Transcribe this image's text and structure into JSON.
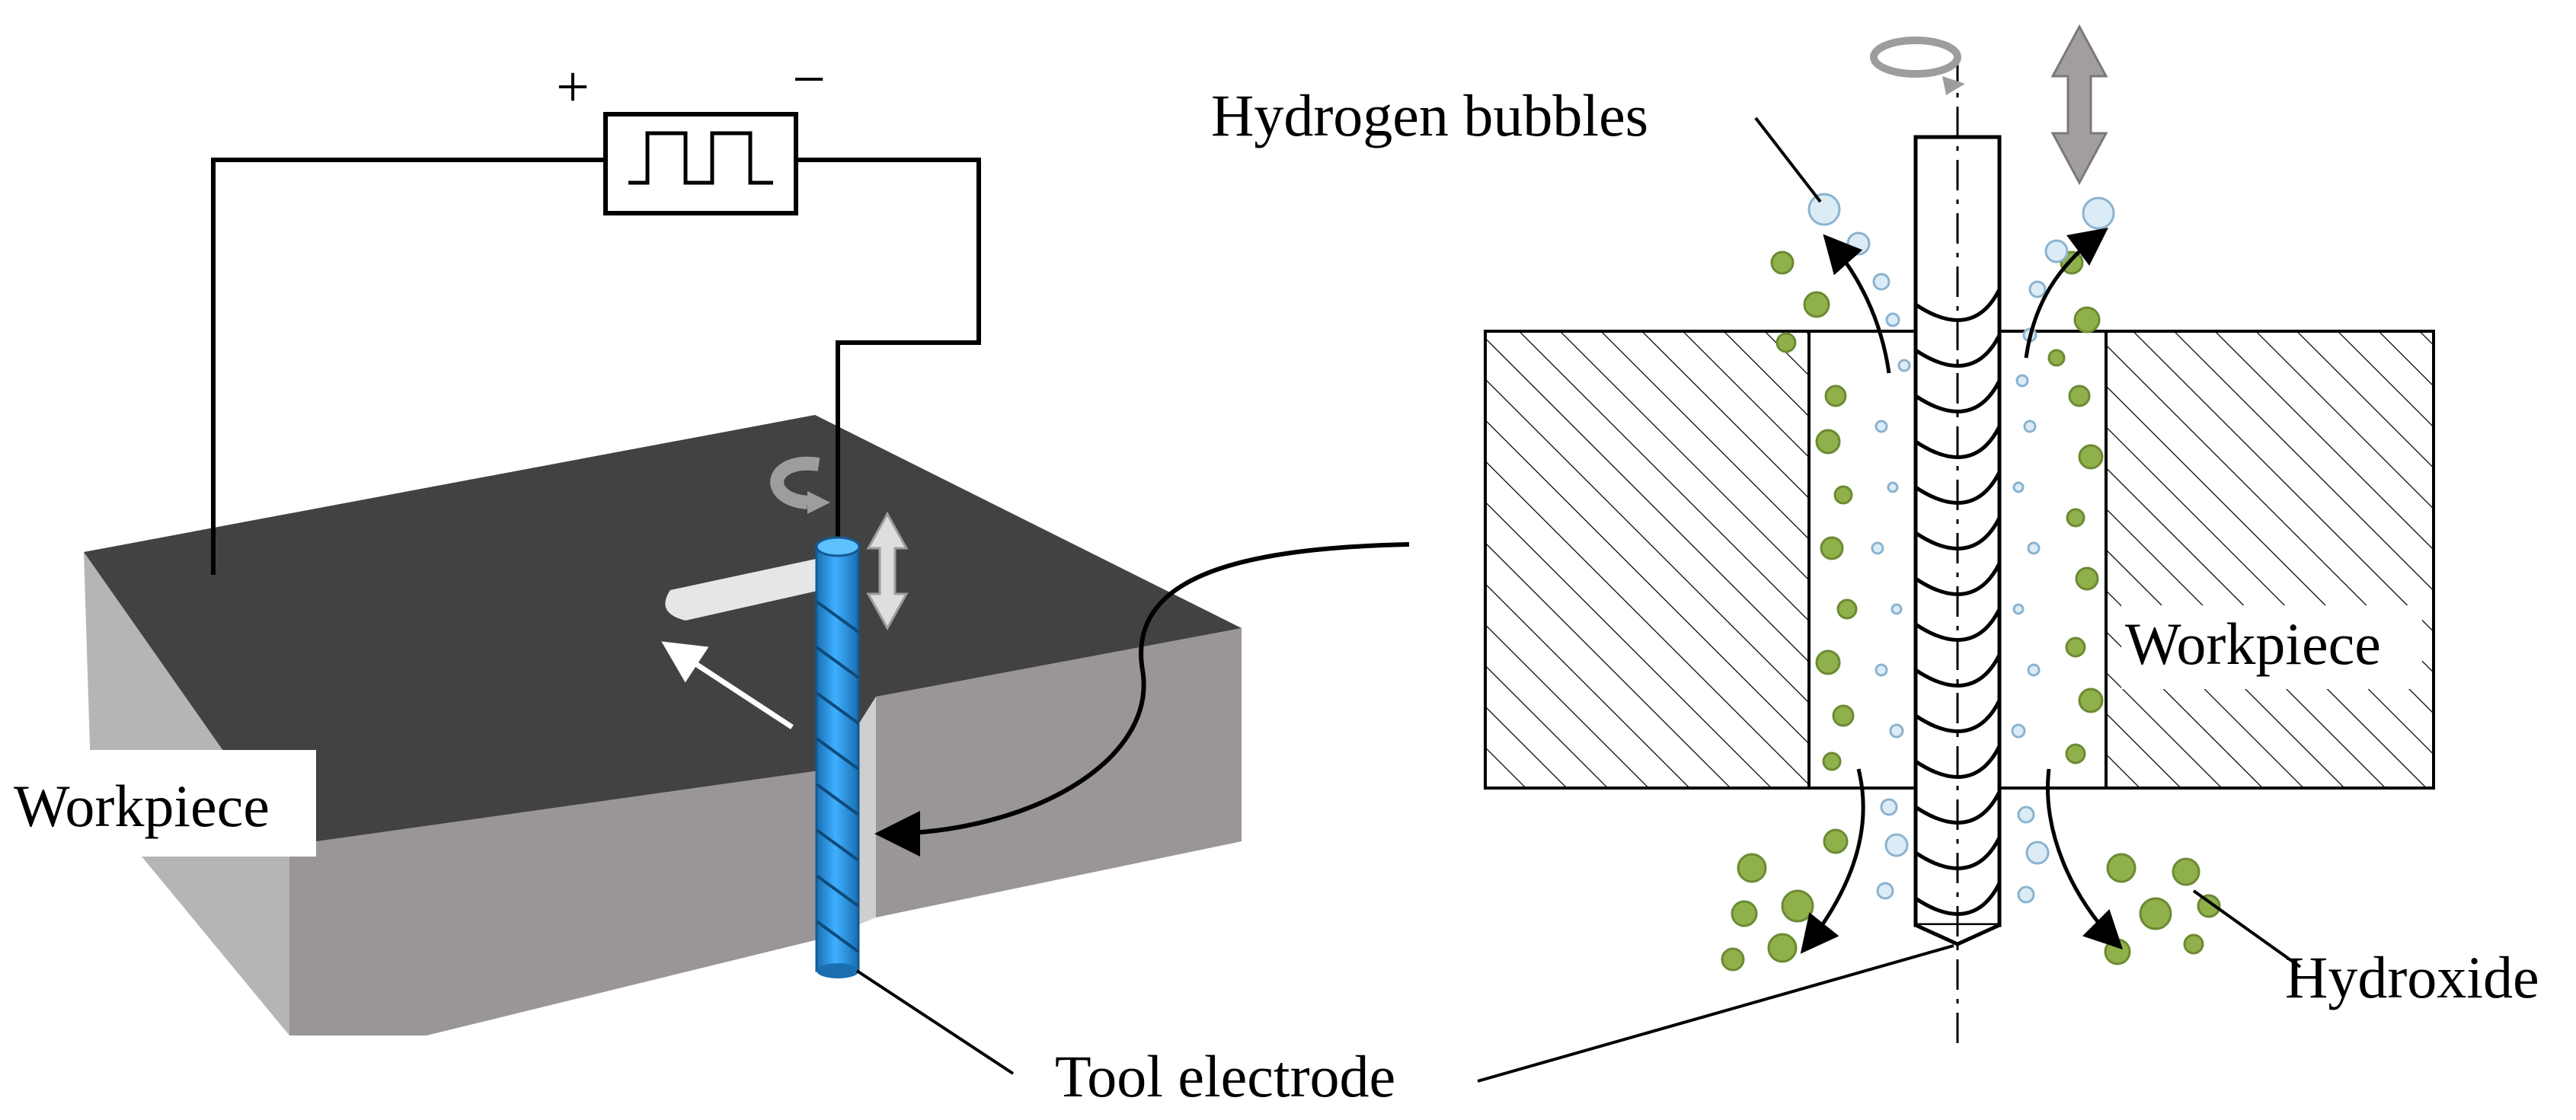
{
  "labels": {
    "plus": "+",
    "minus": "−",
    "workpiece_left": "Workpiece",
    "workpiece_right": "Workpiece",
    "hydrogen_bubbles": "Hydrogen bubbles",
    "hydroxide": "Hydroxide",
    "tool_electrode": "Tool electrode"
  },
  "colors": {
    "workpiece_top": "#424242",
    "workpiece_side_light": "#b5b5b5",
    "workpiece_side_dark": "#9a9596",
    "tool_blue": "#2a97e6",
    "bubble_fill": "#dcecf7",
    "bubble_stroke": "#8bb3cf",
    "hydroxide_fill": "#8fb04a",
    "hydroxide_stroke": "#6c8a33",
    "motion_arrow": "#bdbdbd"
  }
}
